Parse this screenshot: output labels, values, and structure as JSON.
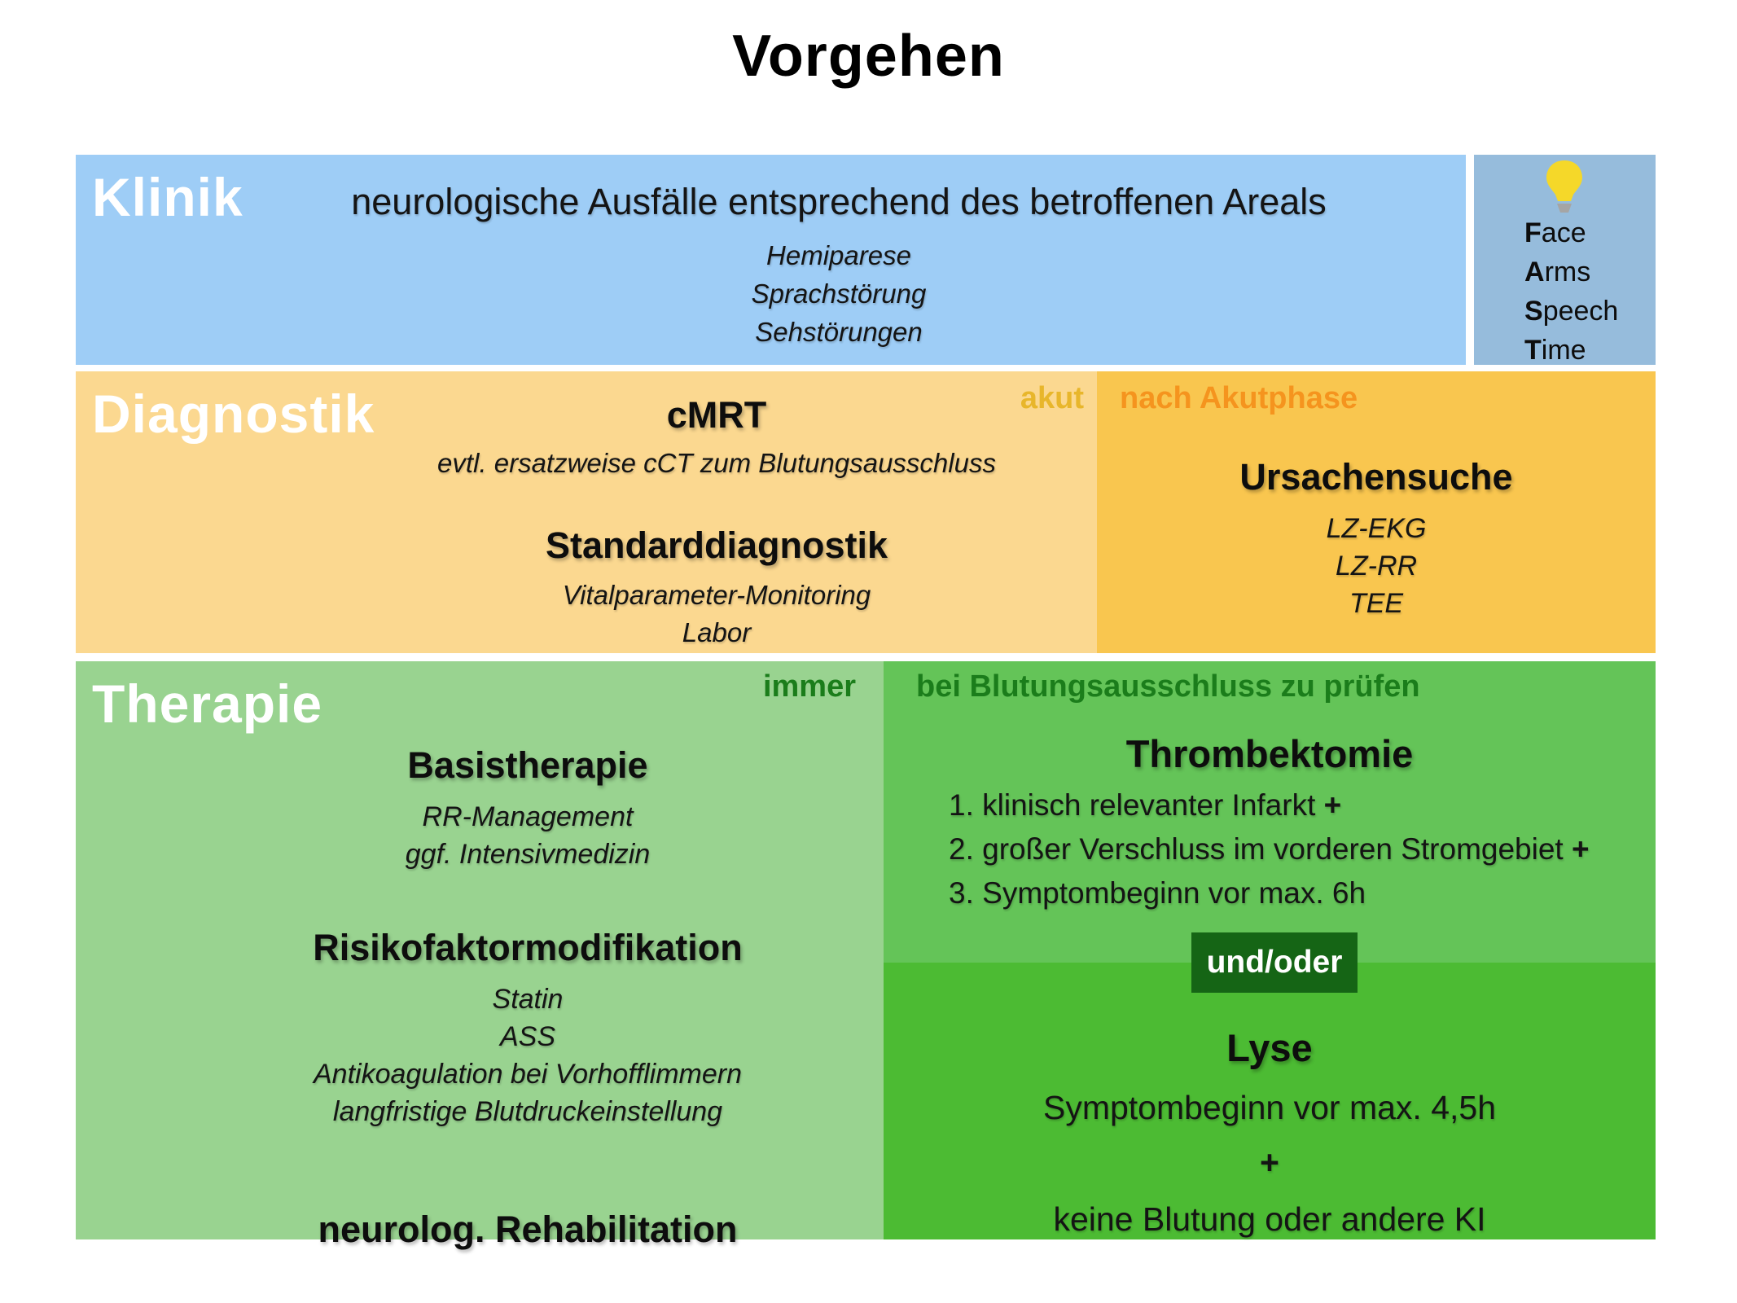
{
  "title": "Vorgehen",
  "colors": {
    "klinik_bg": "#9ECDF6",
    "fast_bg": "#96BCDC",
    "bulb_yellow": "#F5D829",
    "bulb_base": "#A5A5A5",
    "diag_left_bg": "#FBD890",
    "diag_right_bg": "#F9C64F",
    "akut_color": "#E8B62B",
    "nach_color": "#F5941E",
    "ther_left_bg": "#99D390",
    "thromb_bg": "#64C458",
    "lyse_bg": "#4CBB33",
    "green_label": "#1B7D1B",
    "badge_bg": "#156515"
  },
  "klinik": {
    "label": "Klinik",
    "main": "neurologische Ausfälle entsprechend des betroffenen Areals",
    "symptoms": [
      "Hemiparese",
      "Sprachstörung",
      "Sehstörungen"
    ],
    "fast": {
      "icon": "lightbulb",
      "items": [
        {
          "initial": "F",
          "rest": "ace"
        },
        {
          "initial": "A",
          "rest": "rms"
        },
        {
          "initial": "S",
          "rest": "peech"
        },
        {
          "initial": "T",
          "rest": "ime"
        }
      ]
    }
  },
  "diagnostik": {
    "label": "Diagnostik",
    "acute_tag": "akut",
    "post_tag": "nach Akutphase",
    "acute": {
      "heading1": "cMRT",
      "sub1": "evtl. ersatzweise cCT zum Blutungsausschluss",
      "heading2": "Standarddiagnostik",
      "sub2": [
        "Vitalparameter-Monitoring",
        "Labor"
      ]
    },
    "post": {
      "heading": "Ursachensuche",
      "items": [
        "LZ-EKG",
        "LZ-RR",
        "TEE"
      ]
    }
  },
  "therapie": {
    "label": "Therapie",
    "always_tag": "immer",
    "check_tag": "bei Blutungsausschluss zu prüfen",
    "always": {
      "heading1": "Basistherapie",
      "sub1": [
        "RR-Management",
        "ggf. Intensivmedizin"
      ],
      "heading2": "Risikofaktormodifikation",
      "sub2": [
        "Statin",
        "ASS",
        "Antikoagulation bei Vorhofflimmern",
        "langfristige Blutdruckeinstellung"
      ],
      "heading3": "neurolog. Rehabilitation"
    },
    "thrombektomie": {
      "heading": "Thrombektomie",
      "criteria": [
        {
          "text": "1. klinisch relevanter Infarkt ",
          "plus": "+"
        },
        {
          "text": "2. großer Verschluss im vorderen Stromgebiet ",
          "plus": "+"
        },
        {
          "text": "3. Symptombeginn vor max. 6h",
          "plus": ""
        }
      ]
    },
    "connector": "und/oder",
    "lyse": {
      "heading": "Lyse",
      "line1": "Symptombeginn vor max. 4,5h",
      "plus": "+",
      "line2": "keine Blutung oder andere KI"
    }
  }
}
